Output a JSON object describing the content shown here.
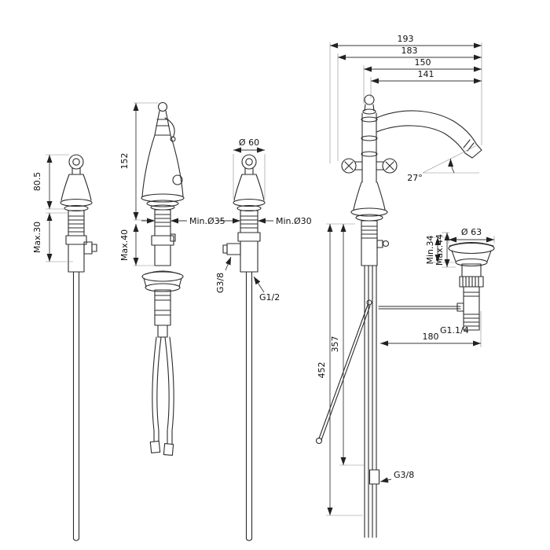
{
  "drawing": {
    "background_color": "#ffffff",
    "line_color": "#2b2b2b",
    "subject": "bidet-mixer-technical-drawing"
  },
  "dimensions": {
    "overall_width": "193",
    "width_183": "183",
    "width_150": "150",
    "width_141": "141",
    "spout_angle": "27°",
    "height_80_5": "80.5",
    "max_30": "Max.30",
    "height_152": "152",
    "max_40": "Max.40",
    "min_dia_35": "Min.Ø35",
    "dia_60": "Ø 60",
    "min_dia_30": "Min.Ø30",
    "g38_side": "G3/8",
    "g12": "G1/2",
    "min_34": "Min.34",
    "max_44": "Max.44",
    "dia_63": "Ø 63",
    "width_180": "180",
    "g114": "G1.1/4",
    "height_357": "357",
    "height_452": "452",
    "g38_bottom": "G3/8"
  }
}
